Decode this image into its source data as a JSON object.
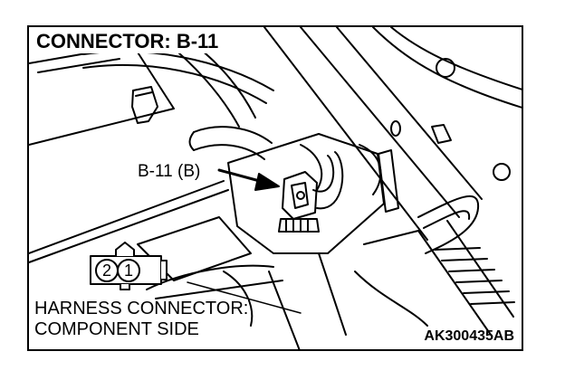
{
  "diagram": {
    "title": "CONNECTOR: B-11",
    "callout_label": "B-11 (B)",
    "connector_pins": [
      "2",
      "1"
    ],
    "harness_line_1": "HARNESS CONNECTOR:",
    "harness_line_2": "COMPONENT SIDE",
    "figure_code": "AK300435AB"
  }
}
